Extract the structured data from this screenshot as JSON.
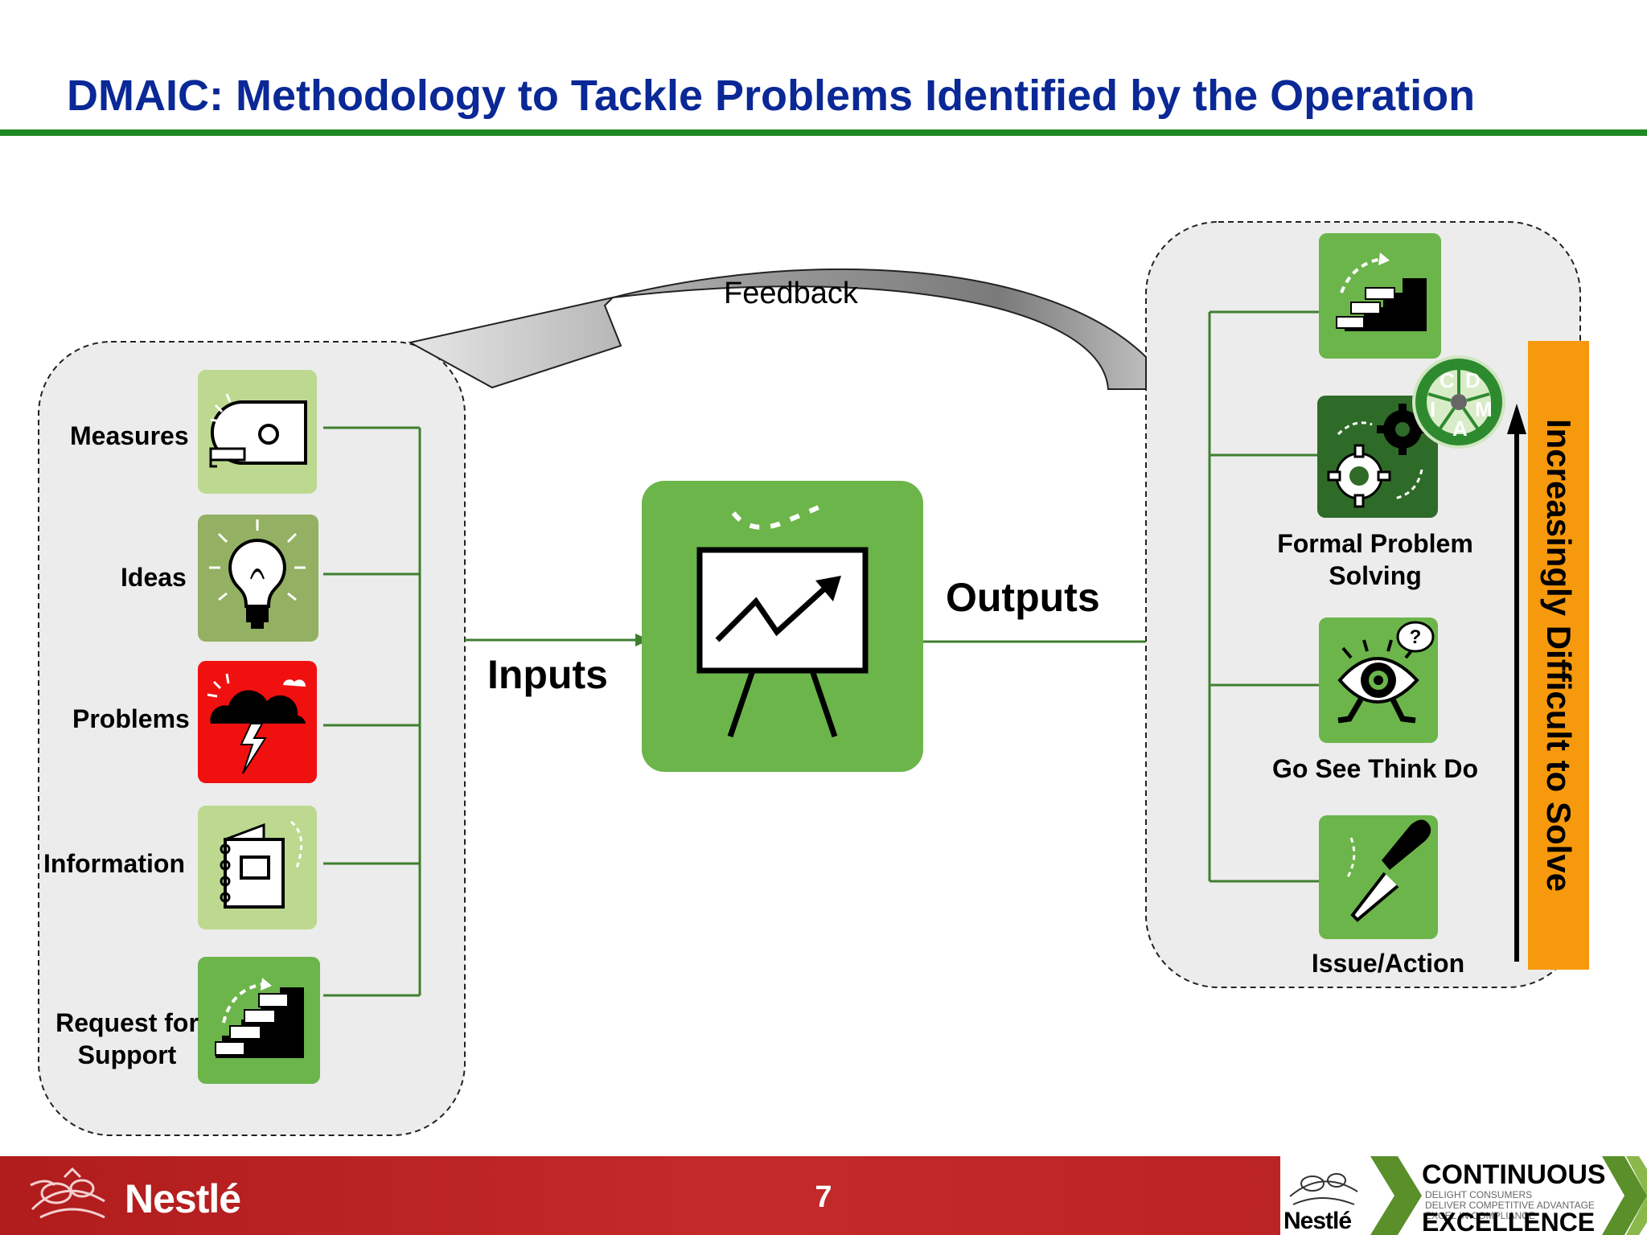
{
  "slide": {
    "title": "DMAIC: Methodology to Tackle Problems Identified by the Operation",
    "page_number": "7"
  },
  "diagram": {
    "feedback_label": "Feedback",
    "inputs_label": "Inputs",
    "outputs_label": "Outputs",
    "input_items": [
      {
        "label": "Measures",
        "icon": "tape-measure-icon"
      },
      {
        "label": "Ideas",
        "icon": "lightbulb-icon"
      },
      {
        "label": "Problems",
        "icon": "storm-cloud-icon"
      },
      {
        "label": "Information",
        "icon": "notebook-icon"
      },
      {
        "label": "Request for\nSupport",
        "icon": "stairs-icon"
      }
    ],
    "center_icon": "presentation-chart-icon",
    "output_items": [
      {
        "label": "",
        "icon": "stairs-icon"
      },
      {
        "label": "Formal Problem\nSolving",
        "icon": "gears-icon"
      },
      {
        "label": "Go See Think Do",
        "icon": "eye-icon"
      },
      {
        "label": "Issue/Action",
        "icon": "screwdriver-icon"
      }
    ],
    "dmaic_badge_letters": [
      "C",
      "D",
      "I",
      "M",
      "A"
    ],
    "difficulty_label": "Increasingly Difficult to Solve"
  },
  "footer": {
    "brand": "Nestlé",
    "program_title": "CONTINUOUS",
    "program_title_2": "EXCELLENCE",
    "program_lines": [
      "DELIGHT CONSUMERS",
      "DELIVER COMPETITIVE ADVANTAGE",
      "EXCEL IN COMPLIANCE"
    ],
    "program_brand": "Nestlé"
  },
  "colors": {
    "title": "#0a2896",
    "rule": "#1f8a24",
    "connector": "#3f7f2f",
    "tile_green": "#6bb54a",
    "tile_light_green": "#bcd98f",
    "tile_olive": "#93b063",
    "tile_dark_green": "#2f6b28",
    "tile_red": "#f01010",
    "difficulty_bar": "#f7990c",
    "footer": "#b01c1c"
  }
}
